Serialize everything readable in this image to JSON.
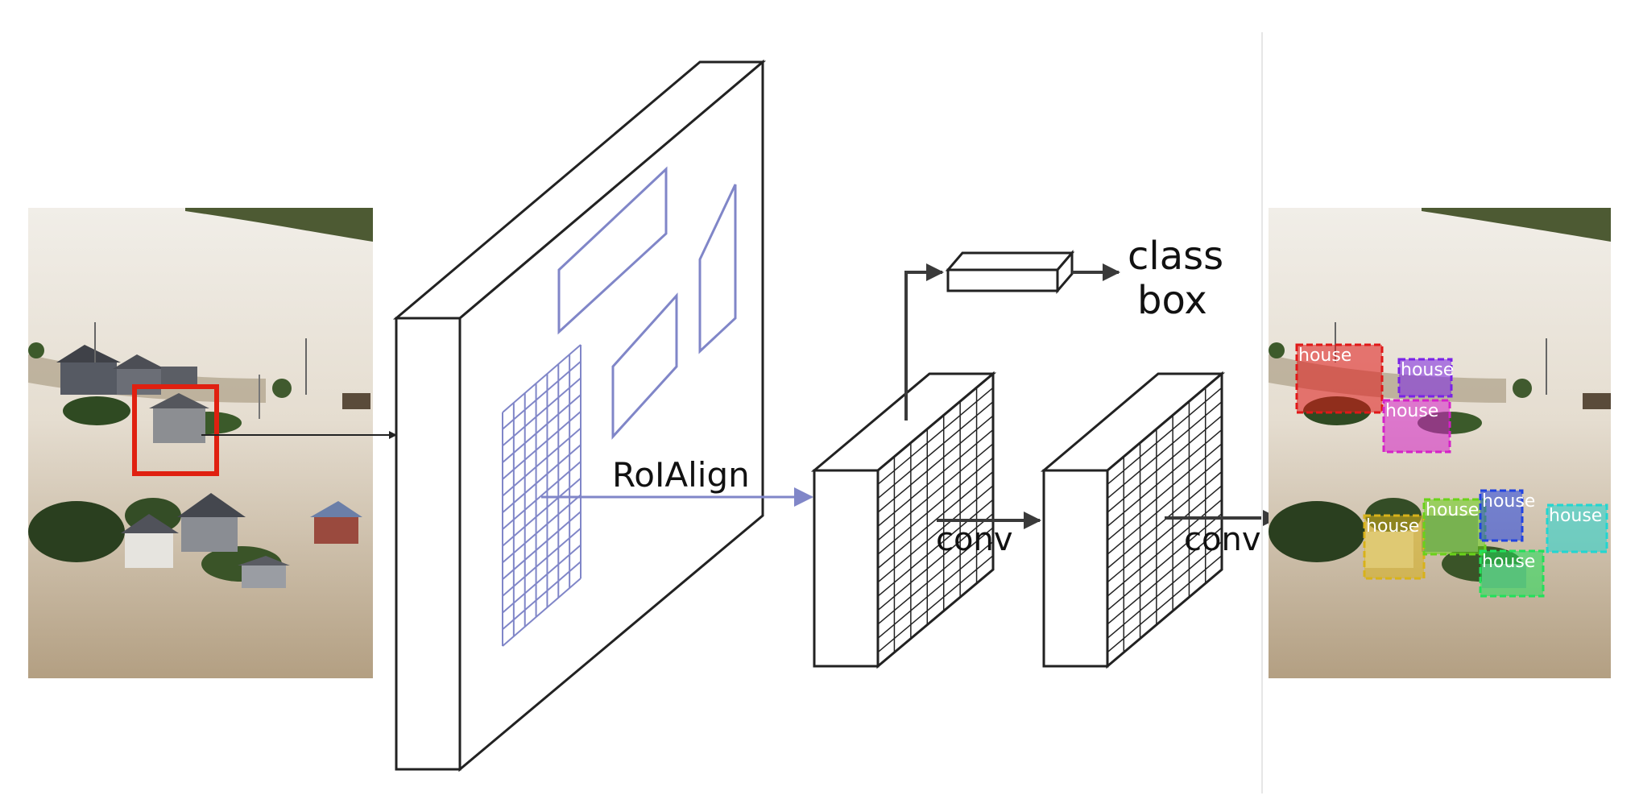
{
  "diagram": {
    "labels": {
      "roialign": "RoIAlign",
      "conv_1": "conv",
      "conv_2": "conv",
      "class": "class",
      "box": "box"
    },
    "detections": [
      {
        "label": "house",
        "color": "#e01818"
      },
      {
        "label": "house",
        "color": "#7a22e6"
      },
      {
        "label": "house",
        "color": "#d522c8"
      },
      {
        "label": "house",
        "color": "#d8b21a"
      },
      {
        "label": "house",
        "color": "#6ad21a"
      },
      {
        "label": "house",
        "color": "#2244e0"
      },
      {
        "label": "house",
        "color": "#22d6d0"
      },
      {
        "label": "house",
        "color": "#22e05a"
      }
    ],
    "colors": {
      "roi_box": "#e02010",
      "feature_grid": "#8086c8",
      "stroke": "#222222",
      "arrow": "#333333"
    }
  }
}
